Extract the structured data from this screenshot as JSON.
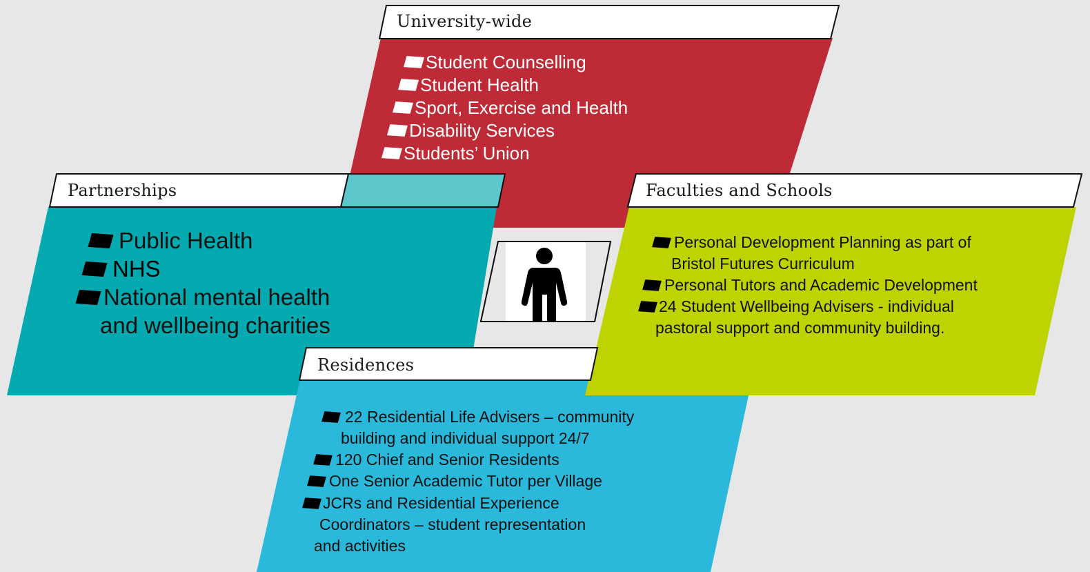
{
  "university": {
    "header": "University-wide",
    "items": [
      "Student Counselling",
      "Student Health",
      "Sport, Exercise and Health",
      "Disability Services",
      "Students’ Union"
    ]
  },
  "partnerships": {
    "header": "Partnerships",
    "items": [
      "Public Health",
      "NHS",
      "National mental health",
      "and wellbeing charities"
    ]
  },
  "faculties": {
    "header": "Faculties and Schools",
    "items": [
      "Personal Development Planning as part of",
      "Bristol Futures Curriculum",
      "Personal Tutors and Academic Development",
      "24 Student Wellbeing Advisers - individual",
      "pastoral support and community building."
    ]
  },
  "residences": {
    "header": "Residences",
    "items": [
      "22 Residential Life Advisers – community",
      "building and individual support 24/7",
      "120 Chief and Senior Residents",
      "One Senior Academic Tutor per Village",
      "JCRs and Residential Experience",
      "Coordinators – student representation",
      "and activities"
    ]
  },
  "colors": {
    "background": "#e6e7e6",
    "university": "#be2a36",
    "partnerships": "#04aab0",
    "partnerships_accent": "#5cc8cb",
    "faculties": "#bfd300",
    "residences": "#2ab8db"
  },
  "center_icon": "student-person-icon"
}
